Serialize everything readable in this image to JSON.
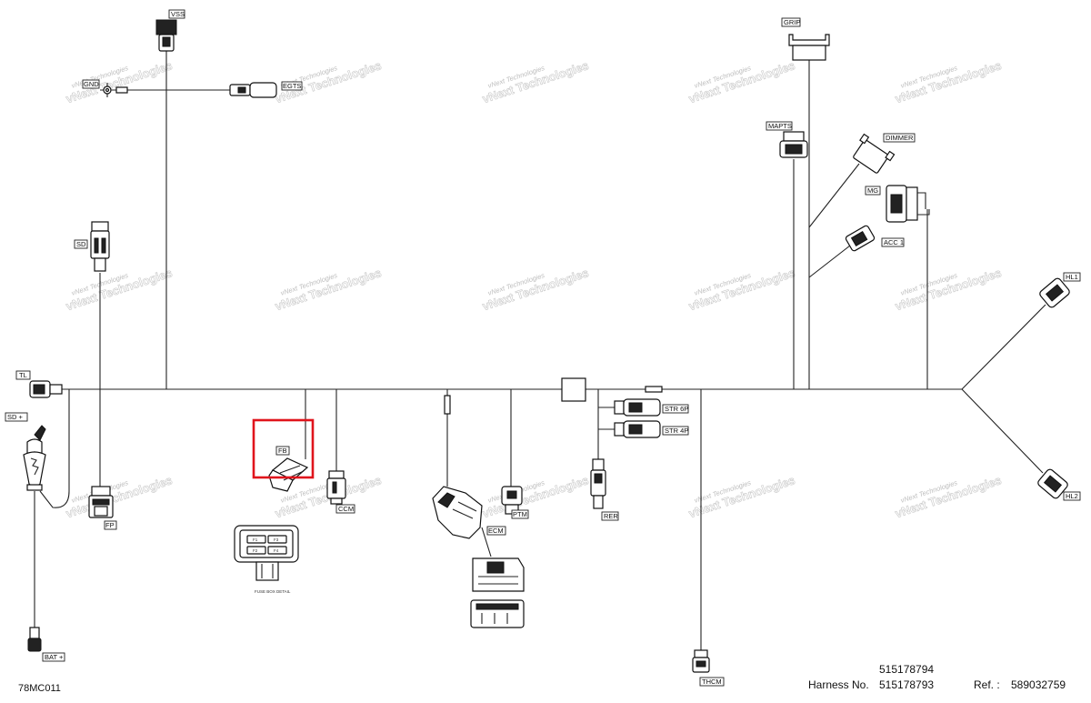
{
  "connectors": {
    "vss": "VSS",
    "gnd": "GND",
    "egts": "EGTS",
    "grip": "GRIP",
    "mapts": "MAPTS",
    "dimmer": "DIMMER",
    "mg": "MG",
    "acc1": "ACC 1",
    "hl1": "HL1",
    "hl2": "HL2",
    "sd": "SD",
    "tl": "TL",
    "sd_plus": "SD +",
    "fp": "FP",
    "fb": "FB",
    "ccm": "CCM",
    "ecm": "ECM",
    "rer": "RER",
    "str6p": "STR 6P",
    "str4p": "STR 4P",
    "thcm": "THCM",
    "bat_plus": "BAT +",
    "ptm": "PTM"
  },
  "fuse_detail": {
    "caption": "FUSE BOX DETAIL",
    "fuses": [
      "F1",
      "F3",
      "F2",
      "F4"
    ]
  },
  "watermark": {
    "line1": "vNext Technologies",
    "line2": "vNext Technologies"
  },
  "footer": {
    "doc_code": "78MC011",
    "part_no_top": "515178794",
    "harness_label": "Harness No.",
    "harness_no": "515178793",
    "ref_label": "Ref. :",
    "ref_no": "589032759"
  },
  "highlight_color": "#e0141c"
}
